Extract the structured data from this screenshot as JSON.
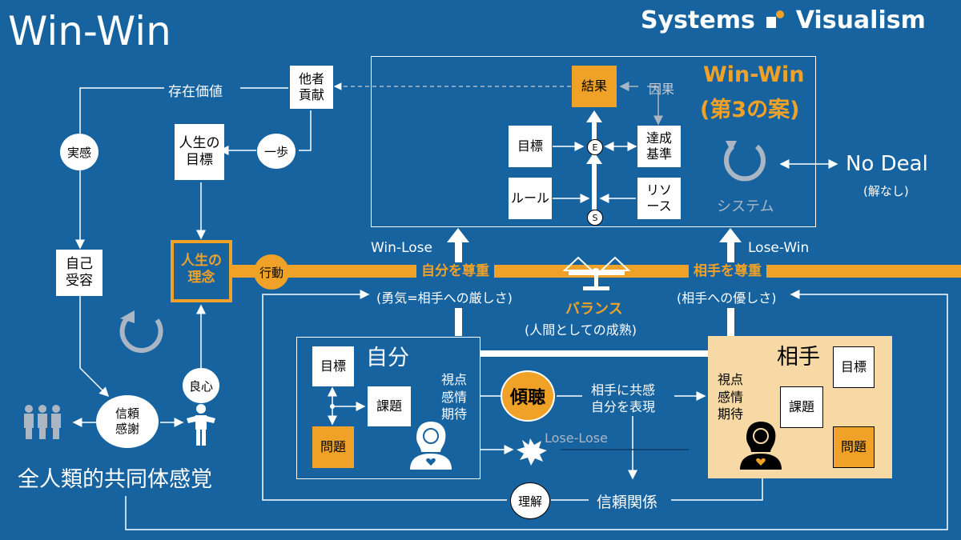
{
  "title": "Win-Win",
  "brand": "Systems ■ Visualism",
  "brand_left": "Systems",
  "brand_right": "Visualism",
  "colors": {
    "background": "#1663a0",
    "accent": "#f0a228",
    "partner_panel": "#f6d9a4",
    "arrow_gray": "#c5cbd3"
  },
  "system": {
    "heading_line1": "Win-Win",
    "heading_line2": "(第3の案)",
    "result": "結果",
    "causality": "因果",
    "goal": "目標",
    "achievement_criteria": "達成\n基準",
    "rules": "ルール",
    "resources": "リソ\nース",
    "node_e": "E",
    "node_s": "S",
    "system_label": "システム"
  },
  "no_deal": {
    "label": "No Deal",
    "sub": "(解なし)"
  },
  "win_lose": "Win-Lose",
  "lose_win": "Lose-Win",
  "left": {
    "existence_value": "存在価値",
    "contribution": "他者\n貢献",
    "realization": "実感",
    "life_goal": "人生の\n目標",
    "one_step": "一歩",
    "self_acceptance": "自己\n受容",
    "life_philosophy": "人生の\n理念",
    "action": "行動",
    "conscience": "良心",
    "trust_gratitude": "信頼\n感謝",
    "community": "全人類的共同体感覚"
  },
  "band": {
    "self_respect": "自分を尊重",
    "self_respect_sub": "(勇気=相手への厳しさ)",
    "other_respect": "相手を尊重",
    "other_respect_sub": "(相手への優しさ)",
    "balance": "バランス",
    "balance_sub": "(人間としての成熟)"
  },
  "self": {
    "title": "自分",
    "goal": "目標",
    "task": "課題",
    "problem": "問題",
    "viewpoint": "視点\n感情\n期待"
  },
  "partner": {
    "title": "相手",
    "goal": "目標",
    "task": "課題",
    "problem": "問題",
    "viewpoint": "視点\n感情\n期待"
  },
  "listening": "傾聴",
  "empathy": "相手に共感\n自分を表現",
  "lose_lose": "Lose-Lose",
  "understanding": "理解",
  "trust_relationship": "信頼関係"
}
